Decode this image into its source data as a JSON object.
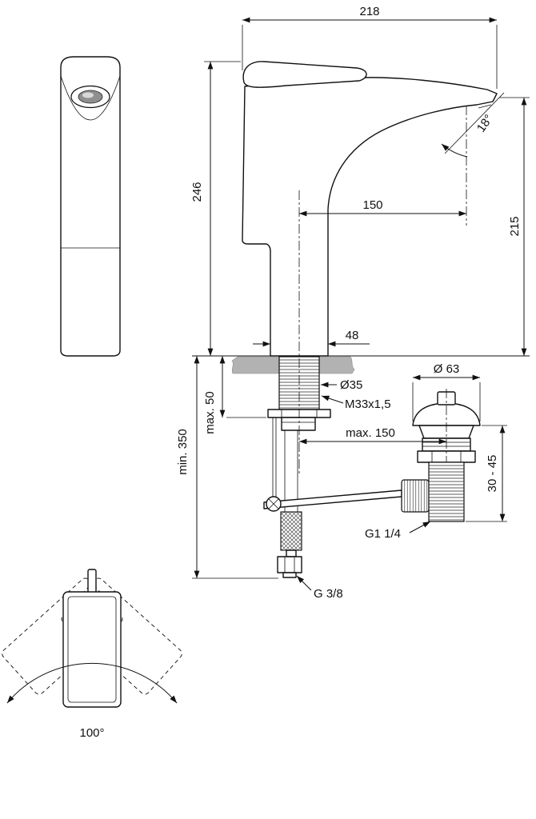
{
  "drawing": {
    "dims": {
      "total_depth": "218",
      "total_height": "246",
      "spray_angle": "18°",
      "spout_reach": "150",
      "spout_height": "215",
      "base_depth": "48",
      "shank_diameter": "Ø35",
      "shank_thread": "M33x1,5",
      "max_deck_thickness": "max. 50",
      "min_clearance": "min. 350",
      "max_drain_offset": "max. 150",
      "drain_cap_diameter": "Ø 63",
      "drain_adjust_range": "30 - 45",
      "drain_thread": "G1 1/4",
      "supply_thread": "G 3/8",
      "swivel_angle": "100°"
    }
  }
}
